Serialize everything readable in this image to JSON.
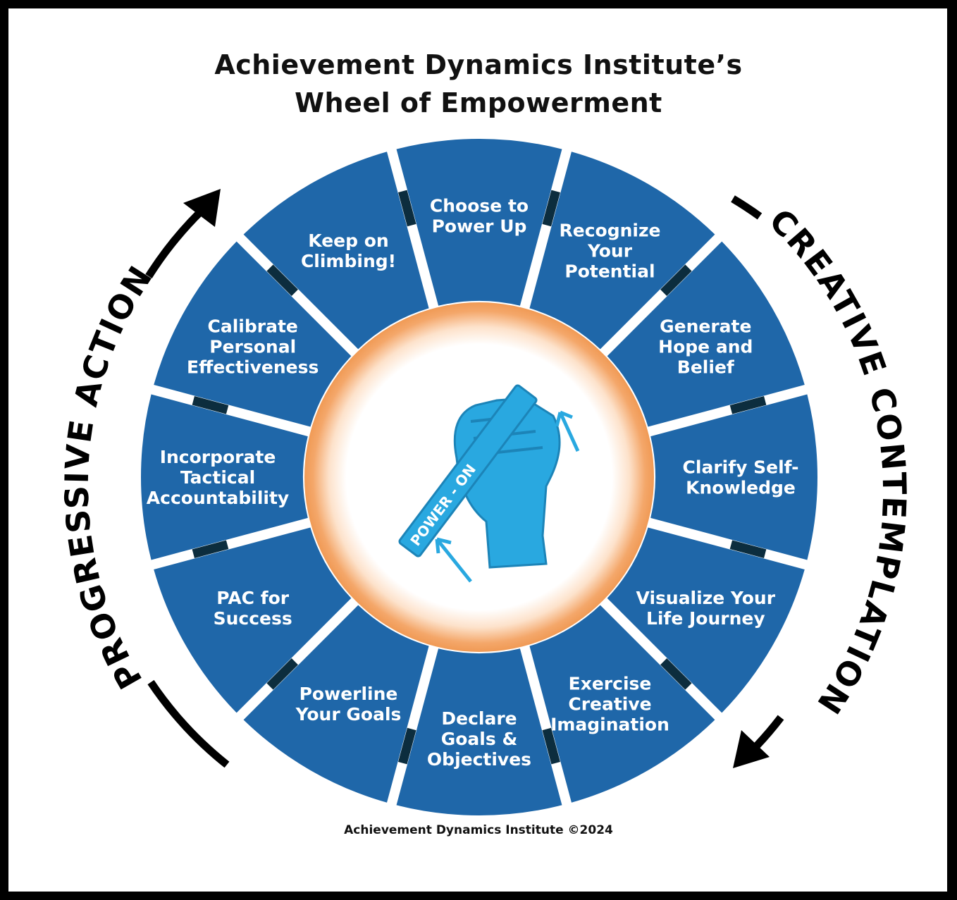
{
  "title": {
    "line1": "Achievement Dynamics Institute’s",
    "line2": "Wheel of Empowerment"
  },
  "segments": [
    {
      "label": [
        "Choose to",
        "Power Up"
      ]
    },
    {
      "label": [
        "Recognize",
        "Your",
        "Potential"
      ]
    },
    {
      "label": [
        "Generate",
        "Hope and",
        "Belief"
      ]
    },
    {
      "label": [
        "Clarify Self-",
        "Knowledge"
      ]
    },
    {
      "label": [
        "Visualize Your",
        "Life Journey"
      ]
    },
    {
      "label": [
        "Exercise",
        "Creative",
        "Imagination"
      ]
    },
    {
      "label": [
        "Declare",
        "Goals &",
        "Objectives"
      ]
    },
    {
      "label": [
        "Powerline",
        "Your Goals"
      ]
    },
    {
      "label": [
        "PAC for",
        "Success"
      ]
    },
    {
      "label": [
        "Incorporate",
        "Tactical",
        "Accountability"
      ]
    },
    {
      "label": [
        "Calibrate",
        "Personal",
        "Effectiveness"
      ]
    },
    {
      "label": [
        "Keep on",
        "Climbing!"
      ]
    }
  ],
  "left_arc_label": "PROGRESSIVE ACTION",
  "right_arc_label": "CREATIVE CONTEMPLATION",
  "center_badge_text": "POWER - ON",
  "footer": "Achievement Dynamics Institute ©2024",
  "colors": {
    "segment_blue": "#1f67a9",
    "gap_dark": "#0c2d3e",
    "ring_orange": "#f4a76a",
    "icon_blue": "#29a8e0",
    "text_white": "#ffffff",
    "arrow_black": "#000000"
  }
}
